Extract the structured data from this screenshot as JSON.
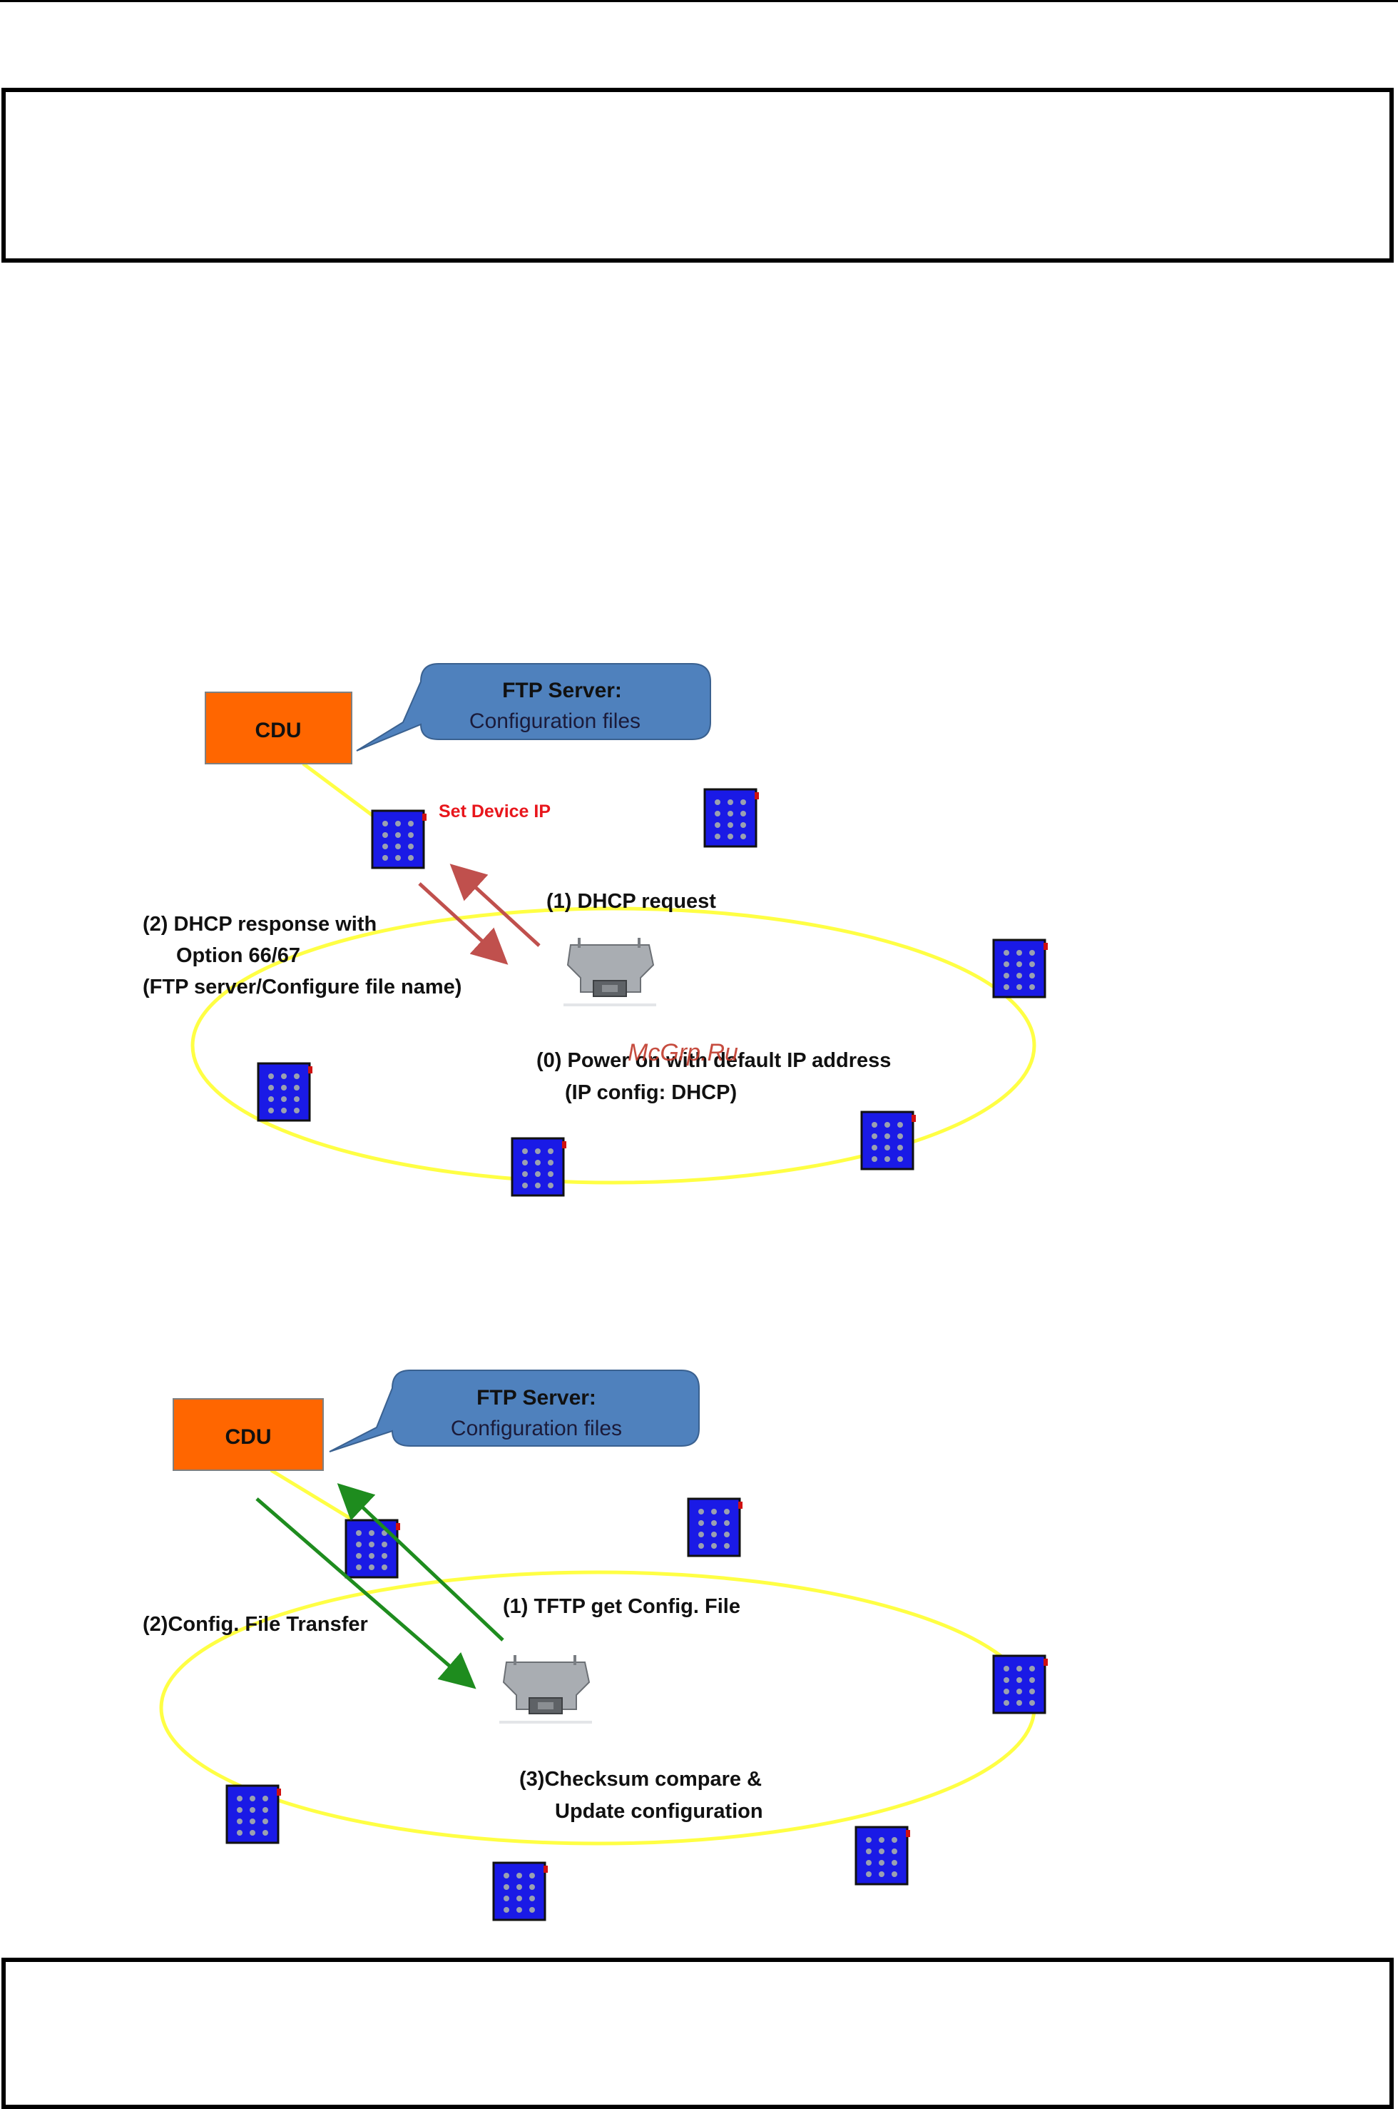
{
  "diagram_top": {
    "cdu_label": "CDU",
    "server_title": "FTP Server:",
    "server_subtitle": "Configuration files",
    "set_ip_label": "Set Device IP",
    "step1": "(1) DHCP request",
    "step2_line1": "(2) DHCP response with",
    "step2_line2": "Option 66/67",
    "step2_line3": "(FTP server/Configure file name)",
    "step0_line1": "(0) Power on with default IP address",
    "step0_line2": "(IP config: DHCP)",
    "watermark": "McGrp.Ru"
  },
  "diagram_bottom": {
    "cdu_label": "CDU",
    "server_title": "FTP Server:",
    "server_subtitle": "Configuration files",
    "step1": "(1) TFTP get Config. File",
    "step2": "(2)Config. File Transfer",
    "step3_line1": "(3)Checksum compare &",
    "step3_line2": "Update configuration"
  },
  "colors": {
    "cdu_fill": "#ff6600",
    "server_fill": "#4f81bd",
    "ring": "#ffff44",
    "switch_fill": "#1a1ae6",
    "dhcp_arrow": "#c0504d",
    "tftp_arrow": "#1e8c1e",
    "set_ip_text": "#e8161c"
  },
  "icons": {
    "switch": "network-switch-icon",
    "device": "terminal-device-icon"
  }
}
